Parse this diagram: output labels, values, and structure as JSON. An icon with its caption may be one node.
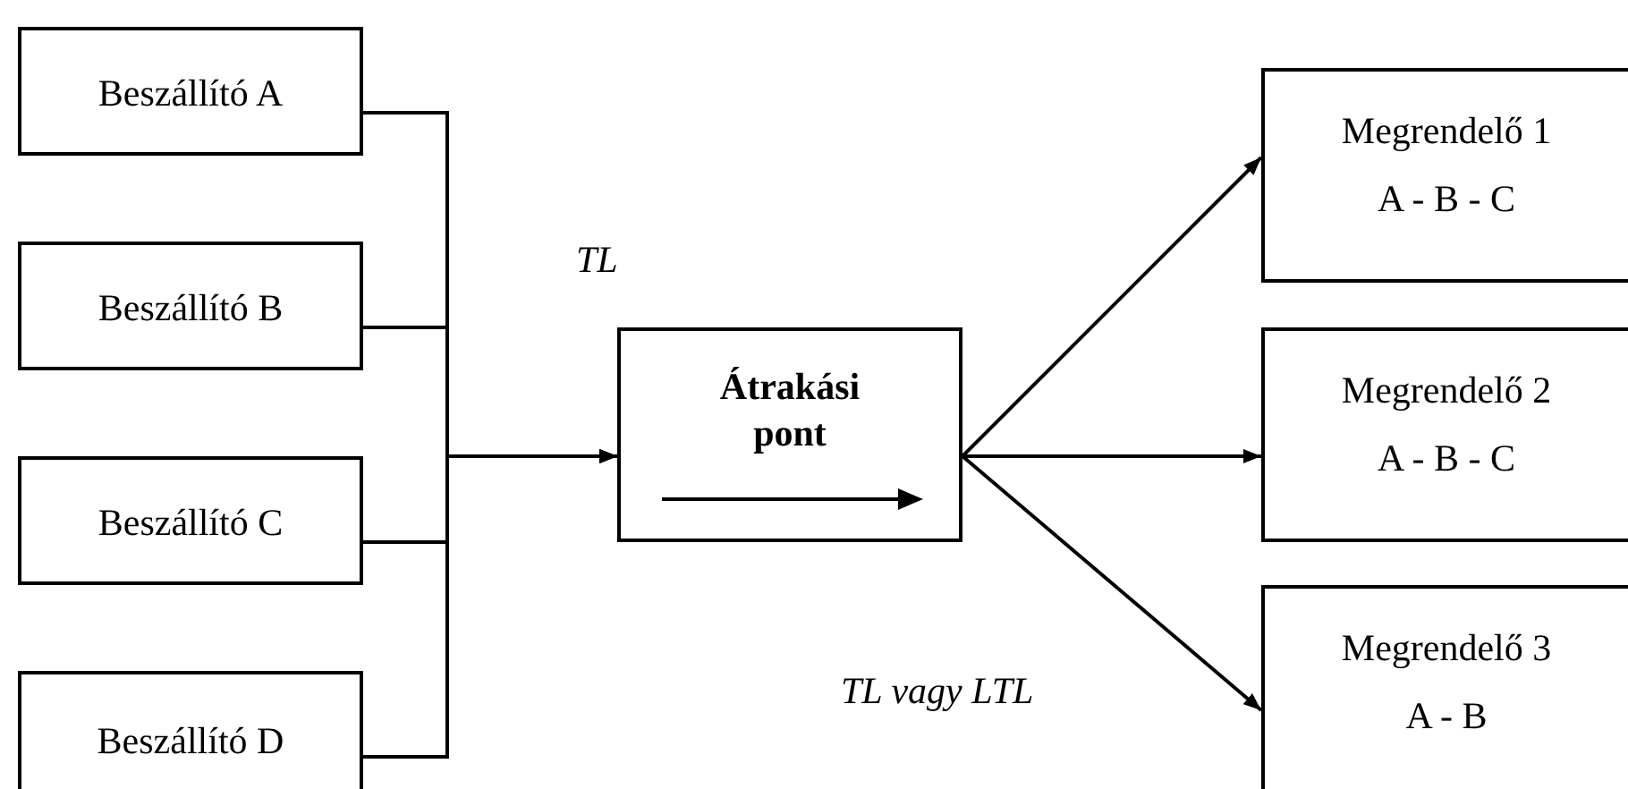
{
  "diagram": {
    "nodes": [
      {
        "text": [
          "Beszállító A"
        ]
      },
      {
        "text": [
          "Beszállító B"
        ]
      },
      {
        "text": [
          "Beszállító C"
        ]
      },
      {
        "text": [
          "Beszállító D"
        ]
      },
      {
        "text": [
          "Átrakási pont"
        ]
      },
      {
        "text": [
          "Megrendelő 1",
          "A - B - C"
        ]
      },
      {
        "text": [
          "Megrendelő 2",
          "A - B - C"
        ]
      },
      {
        "text": [
          "Megrendelő 3",
          "A - B"
        ]
      }
    ],
    "edges": [
      {
        "from": 0,
        "to": 4,
        "arrow": "to"
      },
      {
        "from": 1,
        "to": 4,
        "arrow": "to"
      },
      {
        "from": 2,
        "to": 4,
        "arrow": "to"
      },
      {
        "from": 3,
        "to": 4,
        "arrow": "to"
      },
      {
        "from": 4,
        "to": 5,
        "arrow": "to"
      },
      {
        "from": 4,
        "to": 6,
        "arrow": "to"
      },
      {
        "from": 4,
        "to": 7,
        "arrow": "to"
      }
    ],
    "labels": [
      "TL",
      "TL vagy LTL"
    ]
  }
}
